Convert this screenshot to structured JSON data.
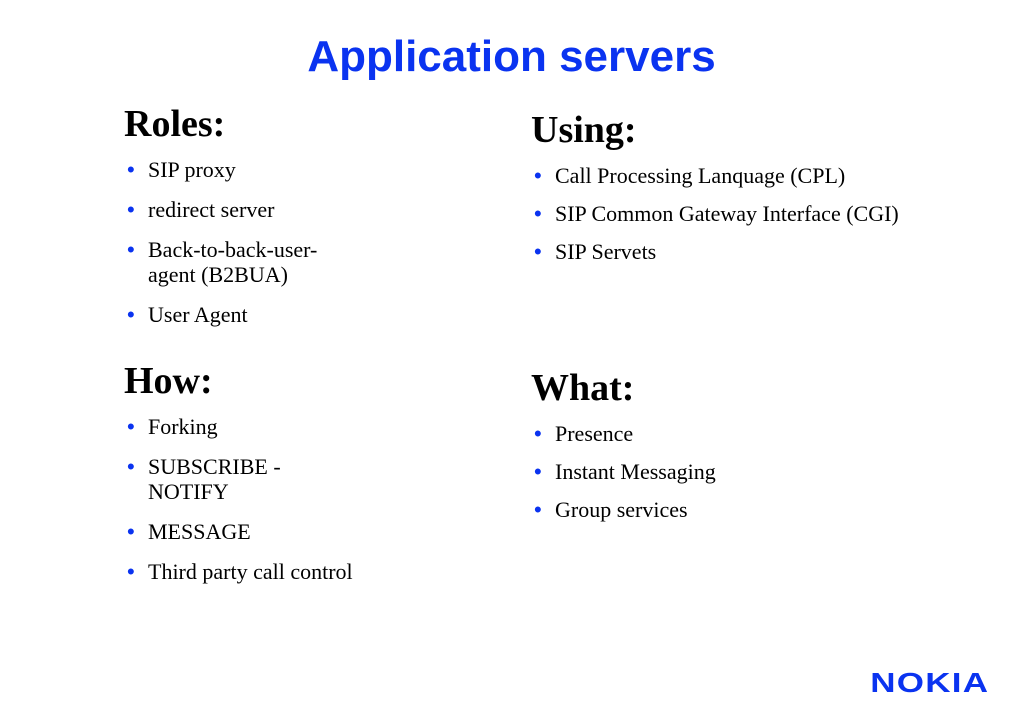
{
  "slide": {
    "title": "Application servers",
    "logo_text": "NOKIA"
  },
  "accent_color": "#0a33f0",
  "sections": {
    "roles": {
      "heading": "Roles:",
      "items": [
        "SIP proxy",
        "redirect server",
        "Back-to-back-user-agent (B2BUA)",
        "User Agent"
      ]
    },
    "how": {
      "heading": "How:",
      "items": [
        "Forking",
        "SUBSCRIBE - NOTIFY",
        "MESSAGE",
        "Third party call control"
      ]
    },
    "using": {
      "heading": "Using:",
      "items": [
        "Call Processing Lanquage (CPL)",
        "SIP Common Gateway Interface (CGI)",
        "SIP Servets"
      ]
    },
    "what": {
      "heading": "What:",
      "items": [
        "Presence",
        "Instant Messaging",
        "Group services"
      ]
    }
  },
  "icons": {
    "bullet": "bullet-dot-icon"
  }
}
